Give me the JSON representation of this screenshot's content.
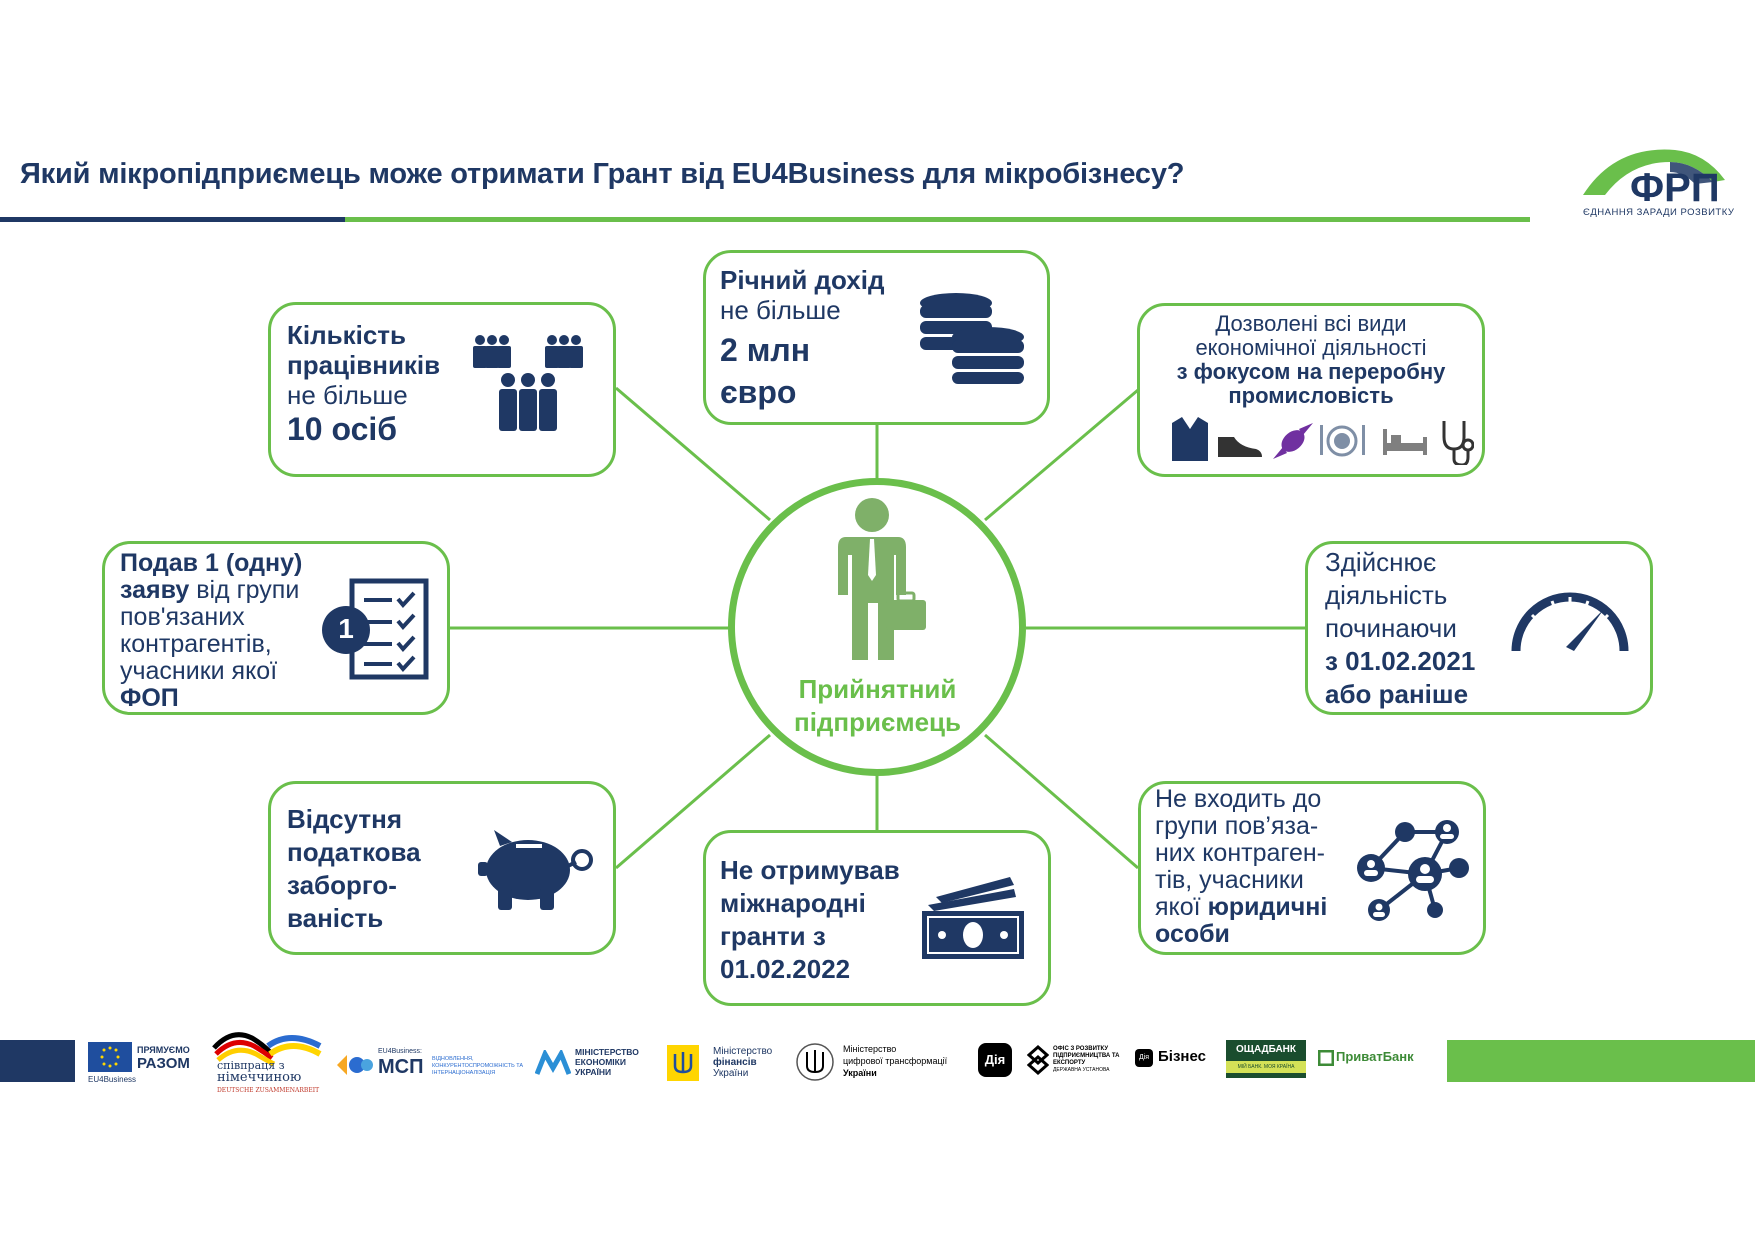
{
  "header": {
    "title": "Який мікропідприємець може отримати Грант від EU4Business для мікробізнесу?",
    "logo_text": "ФРП",
    "logo_tagline": "ЄДНАННЯ ЗАРАДИ РОЗВИТКУ"
  },
  "center": {
    "label_line1": "Прийнятний",
    "label_line2": "підприємець"
  },
  "cards": {
    "employees": {
      "line1": "Кількість",
      "line2": "працівників",
      "line3": "не більше",
      "line4": "10 осіб"
    },
    "income": {
      "line1": "Річний дохід",
      "line2": "не більше",
      "line3": "2 млн",
      "line4": "євро"
    },
    "activities": {
      "line1": "Дозволені всі види",
      "line2": "економічної діяльності",
      "line3": "з фокусом на переробну",
      "line4": "промисловість"
    },
    "application": {
      "line1": "Подав 1 (одну)",
      "line2a": "заяву",
      "line2b": " від групи",
      "line3": "пов'язаних",
      "line4": "контрагентів,",
      "line5": "учасники якої",
      "line6": "ФОП",
      "badge": "1"
    },
    "since": {
      "line1": "Здійснює",
      "line2": "діяльність",
      "line3": "починаючи",
      "line4": "з 01.02.2021",
      "line5": "або раніше"
    },
    "tax": {
      "line1": "Відсутня",
      "line2": "податкова",
      "line3": "заборго-",
      "line4": "ваність"
    },
    "grants": {
      "line1": "Не отримував",
      "line2": "міжнародні",
      "line3": "гранти з",
      "line4": "01.02.2022"
    },
    "group": {
      "line1": "Не входить до",
      "line2": "групи пов’яза-",
      "line3": "них контраген-",
      "line4": "тів, учасники",
      "line5a": "якої ",
      "line5b": "юридичні",
      "line6": "особи"
    }
  },
  "footer": {
    "eu_line1": "ПРЯМУЄМО",
    "eu_line2": "РАЗОМ",
    "eu_caption": "EU4Business",
    "de_line1": "співпраця з",
    "de_line2": "німеччиною",
    "de_caption": "DEUTSCHE ZUSAMMENARBEIT",
    "msp_small": "EU4Business:",
    "msp_big": "МСП",
    "msp_desc": "ВІДНОВЛЕННЯ, КОНКУРЕНТОСПРОМОЖНІСТЬ ТА ІНТЕРНАЦІОНАЛІЗАЦІЯ",
    "mineco": "МІНІСТЕРСТВО ЕКОНОМІКИ УКРАЇНИ",
    "minfin_line1": "Міністерство",
    "minfin_line2": "фінансів",
    "minfin_line3": "України",
    "mindigit_line1": "Міністерство",
    "mindigit_line2": "цифрової трансформації",
    "mindigit_line3": "України",
    "diia": "Дія",
    "office": "ОФІС З РОЗВИТКУ ПІДПРИЄМНИЦТВА ТА ЕКСПОРТУ",
    "office_sub": "ДЕРЖАВНА УСТАНОВА",
    "diia_small": "Дія",
    "biznes": "Бізнес",
    "oschad": "ОЩАДБАНК",
    "oschad_sub": "МІЙ БАНК. МОЯ КРАЇНА",
    "privat": "ПриватБанк"
  },
  "colors": {
    "navy": "#1f3864",
    "green": "#6abf4b"
  }
}
